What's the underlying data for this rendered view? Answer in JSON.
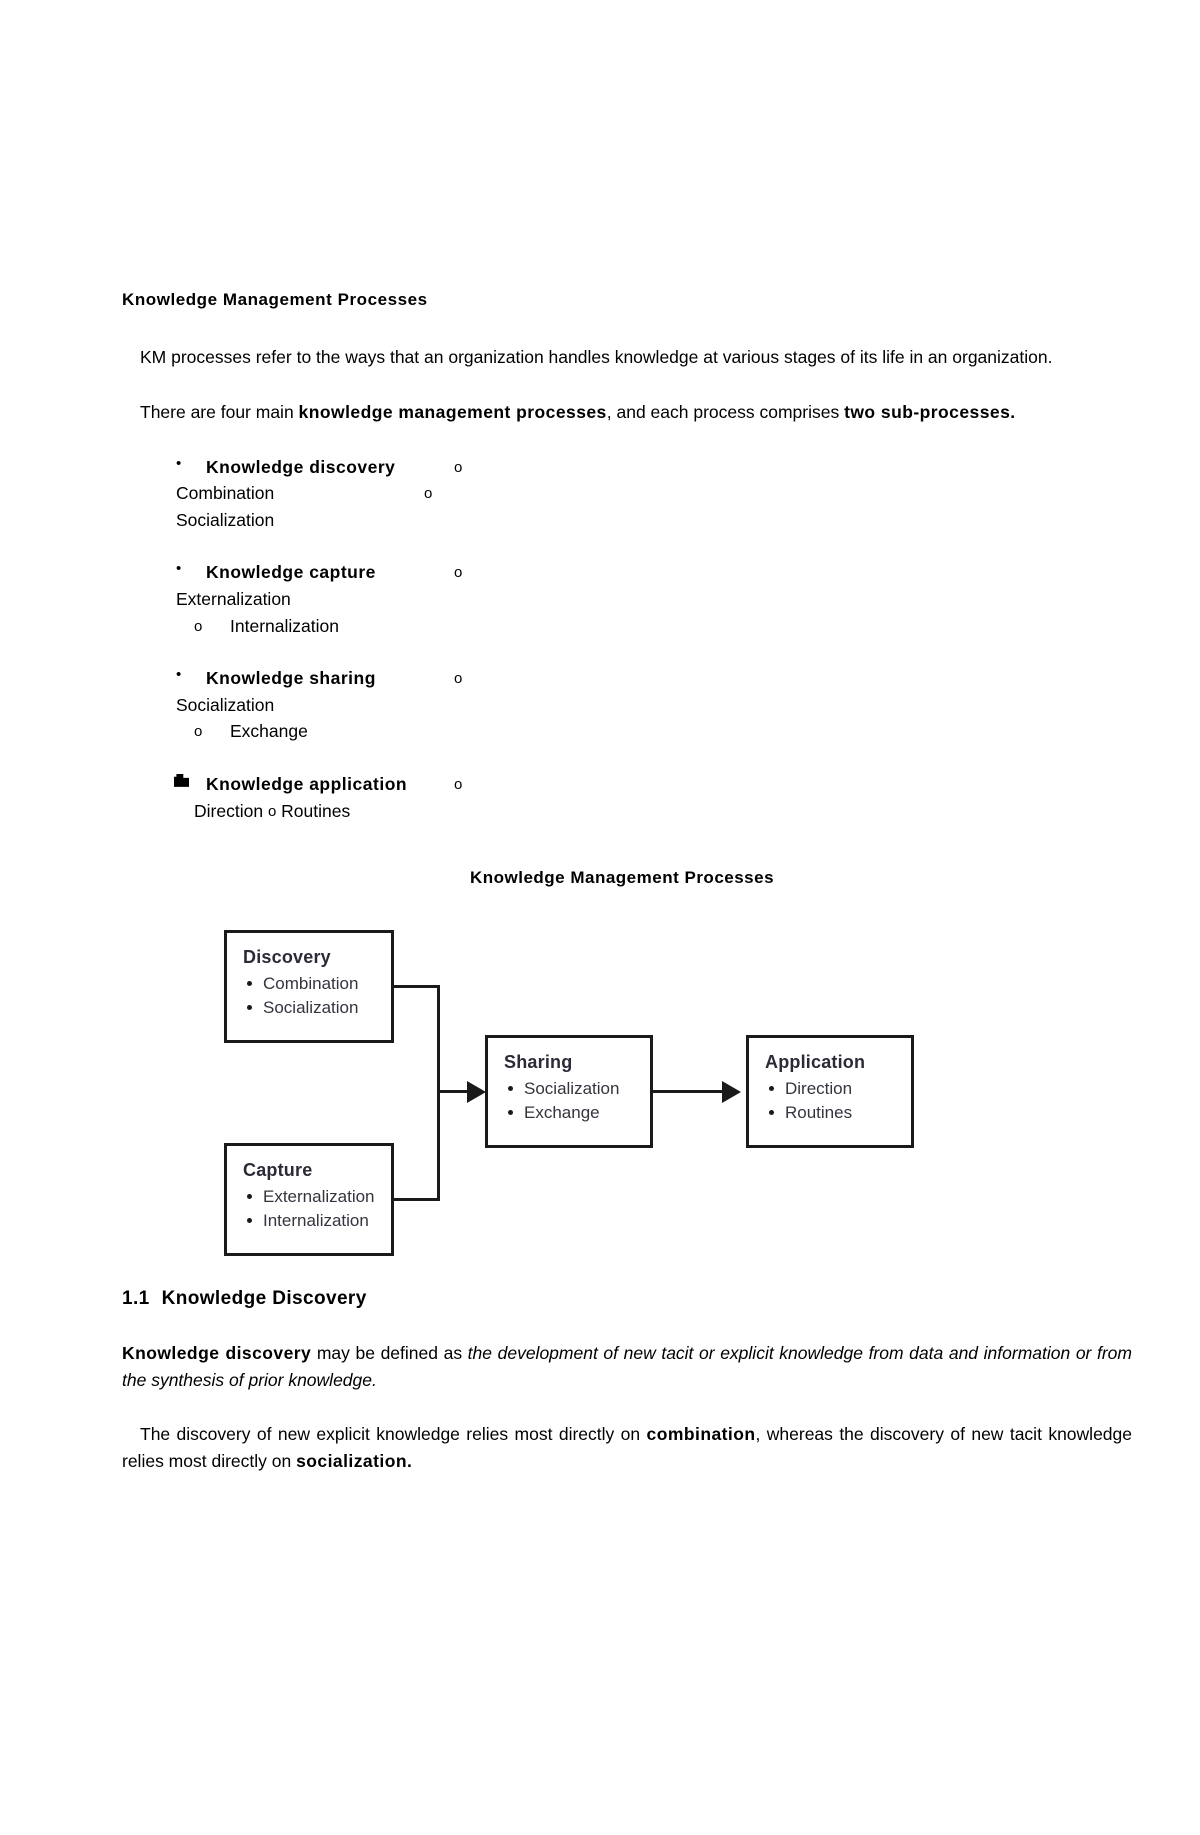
{
  "document": {
    "section_heading": "Knowledge Management Processes",
    "intro_paragraph": "KM processes refer to the ways that an organization handles knowledge at various stages of its life in an organization.",
    "second_paragraph": {
      "part1": "There are four main ",
      "bold1": "knowledge management processes",
      "part2": ", and each process comprises ",
      "bold2": "two sub-processes."
    },
    "process_list": [
      {
        "marker": "bullet-dot",
        "title": "Knowledge  discovery",
        "sub_marker_1": "o",
        "sub_1": "Combination",
        "sub_marker_2": "o",
        "sub_2": "Socialization"
      },
      {
        "marker": "bullet-dot",
        "title": "Knowledge    capture",
        "sub_marker_1": "o",
        "sub_1": "Externalization",
        "sub_marker_2": "o",
        "sub_2": "Internalization"
      },
      {
        "marker": "bullet-dot",
        "title": "Knowledge   sharing",
        "sub_marker_1": "o",
        "sub_1": "Socialization",
        "sub_marker_2": "o",
        "sub_2": "Exchange"
      },
      {
        "marker": "bullet-flag",
        "title": "Knowledge  application",
        "sub_marker_1": "o",
        "sub_1": "Direction",
        "sub_marker_2": "o",
        "sub_2": "Routines"
      }
    ],
    "subsection": {
      "number": "1.1",
      "title": "Knowledge Discovery"
    },
    "definition_paragraph": {
      "bold": "Knowledge discovery",
      "normal": " may be defined as ",
      "italic": "the development of new tacit or explicit knowledge from data and information or from the synthesis of prior knowledge."
    },
    "closing_paragraph": {
      "part1": "The discovery of new explicit knowledge relies most directly on ",
      "bold1": "combination",
      "part2": ", whereas the discovery of new tacit knowledge relies most directly on ",
      "bold2": "socialization."
    }
  },
  "diagram": {
    "title": "Knowledge Management Processes",
    "boxes": [
      {
        "id": "discovery",
        "title": "Discovery",
        "items": [
          "Combination",
          "Socialization"
        ]
      },
      {
        "id": "capture",
        "title": "Capture",
        "items": [
          "Externalization",
          "Internalization"
        ]
      },
      {
        "id": "sharing",
        "title": "Sharing",
        "items": [
          "Socialization",
          "Exchange"
        ]
      },
      {
        "id": "application",
        "title": "Application",
        "items": [
          "Direction",
          "Routines"
        ]
      }
    ],
    "colors": {
      "border": "#1a1a1a",
      "title_text": "#2b2b38",
      "item_text": "#34343f",
      "background": "#ffffff"
    }
  }
}
